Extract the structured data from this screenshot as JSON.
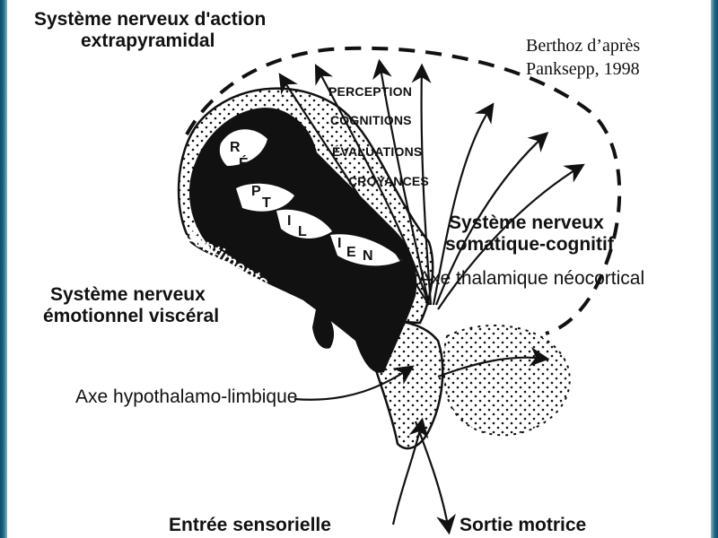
{
  "credit": {
    "line1": "Berthoz d’après",
    "line2": "Panksepp, 1998"
  },
  "systems": {
    "extrapyramidal": {
      "line1": "Système nerveux d'action",
      "line2": "extrapyramidal"
    },
    "somatic": {
      "line1": "Système nerveux",
      "line2": "somatique-cognitif"
    },
    "emotional": {
      "line1": "Système nerveux",
      "line2": "émotionnel viscéral"
    }
  },
  "processes": [
    "PERCEPTION",
    "COGNITIONS",
    "ÉVALUATIONS",
    "CROYANCES"
  ],
  "sentiments": "Sentiments",
  "axes": {
    "thalamic": "Axe thalamique néocortical",
    "hypothalamic": "Axe hypothalamo-limbique"
  },
  "io": {
    "input": "Entrée sensorielle",
    "output": "Sortie motrice"
  },
  "brain_letters": [
    "R",
    "É",
    "P",
    "T",
    "I",
    "L",
    "I",
    "E",
    "N"
  ]
}
